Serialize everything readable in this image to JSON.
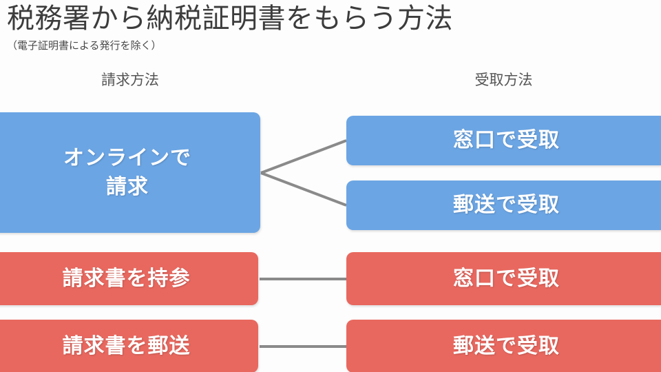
{
  "header": {
    "title": "税務署から納税証明書をもらう方法",
    "subtitle": "（電子証明書による発行を除く）"
  },
  "columns": {
    "left_header": "請求方法",
    "right_header": "受取方法"
  },
  "colors": {
    "blue": "#6ba5e4",
    "red": "#e8685f",
    "connector": "#8a8a8a",
    "title_text": "#3c3c3c",
    "header_text": "#555555",
    "box_text": "#ffffff",
    "background": "#fdfdfd"
  },
  "flows": [
    {
      "id": "online",
      "color_key": "blue",
      "request_method": "オンラインで請求",
      "request_method_lines": [
        "オンラインで",
        "請求"
      ],
      "receive_methods": [
        "窓口で受取",
        "郵送で受取"
      ],
      "connector_style": "fork"
    },
    {
      "id": "bring",
      "color_key": "red",
      "request_method": "請求書を持参",
      "receive_methods": [
        "窓口で受取"
      ],
      "connector_style": "straight"
    },
    {
      "id": "mail",
      "color_key": "red",
      "request_method": "請求書を郵送",
      "receive_methods": [
        "郵送で受取"
      ],
      "connector_style": "straight"
    }
  ],
  "boxes": {
    "online": "オンラインで",
    "online_line2": "請求",
    "bring": "請求書を持参",
    "mail_request": "請求書を郵送",
    "counter_blue": "窓口で受取",
    "post_blue": "郵送で受取",
    "counter_red": "窓口で受取",
    "post_red": "郵送で受取"
  }
}
